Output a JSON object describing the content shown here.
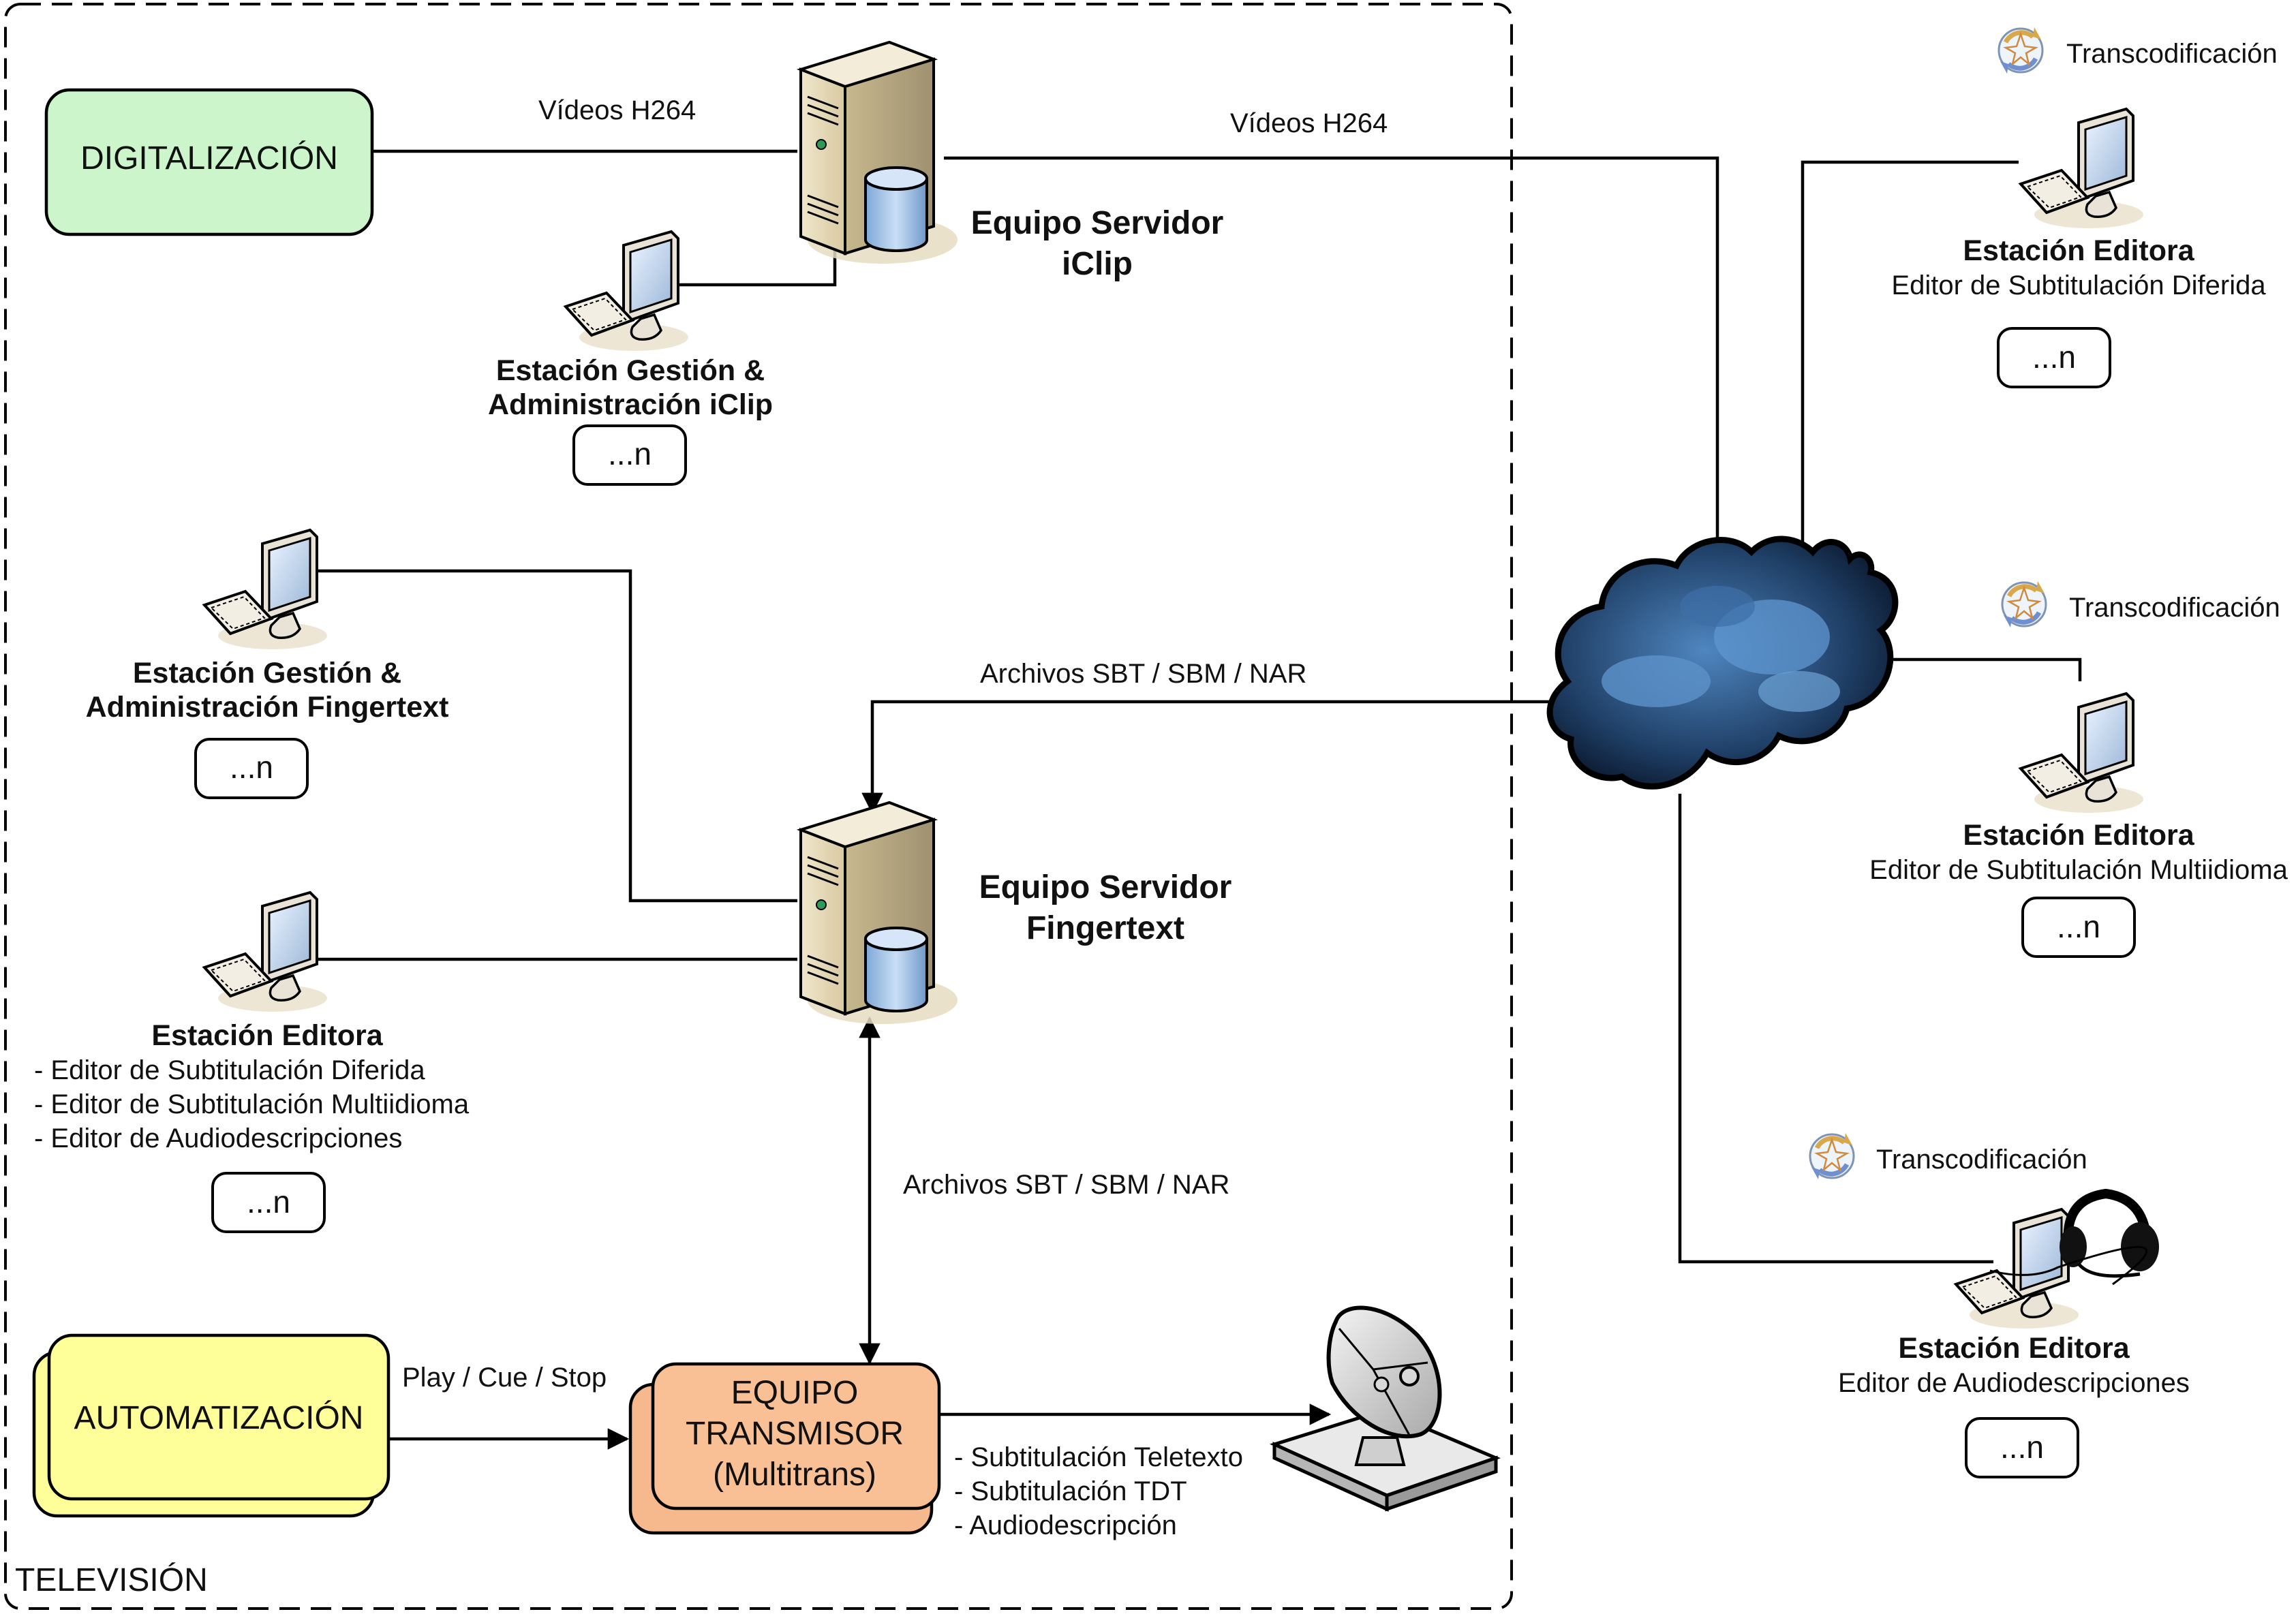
{
  "region": {
    "label": "TELEVISIÓN"
  },
  "boxes": {
    "digitalizacion": "DIGITALIZACIÓN",
    "automatizacion": "AUTOMATIZACIÓN",
    "transmisor": [
      "EQUIPO",
      "TRANSMISOR",
      "(Multitrans)"
    ]
  },
  "servers": {
    "iclip": [
      "Equipo Servidor",
      "iClip"
    ],
    "fingertext": [
      "Equipo Servidor",
      "Fingertext"
    ]
  },
  "stations": {
    "gestion_iclip": {
      "title": [
        "Estación Gestión &",
        "Administración iClip"
      ],
      "count": "...n"
    },
    "gestion_fingertext": {
      "title": [
        "Estación Gestión &",
        "Administración Fingertext"
      ],
      "count": "...n"
    },
    "editora_local": {
      "title": "Estación Editora",
      "roles": [
        "- Editor de Subtitulación Diferida",
        "- Editor de Subtitulación Multiidioma",
        "- Editor de Audiodescripciones"
      ],
      "count": "...n"
    },
    "editora_diferida": {
      "title": "Estación Editora",
      "role": "Editor de Subtitulación Diferida",
      "count": "...n",
      "transcode": "Transcodificación"
    },
    "editora_multi": {
      "title": "Estación Editora",
      "role": "Editor de Subtitulación Multiidioma",
      "count": "...n",
      "transcode": "Transcodificación"
    },
    "editora_audio": {
      "title": "Estación Editora",
      "role": "Editor de Audiodescripciones",
      "count": "...n",
      "transcode": "Transcodificación"
    }
  },
  "connections": {
    "videos_1": "Vídeos H264",
    "videos_2": "Vídeos H264",
    "archivos_1": "Archivos SBT / SBM / NAR",
    "archivos_2": "Archivos SBT / SBM / NAR",
    "play": "Play / Cue / Stop"
  },
  "outputs": [
    "- Subtitulación Teletexto",
    "- Subtitulación TDT",
    "- Audiodescripción"
  ]
}
